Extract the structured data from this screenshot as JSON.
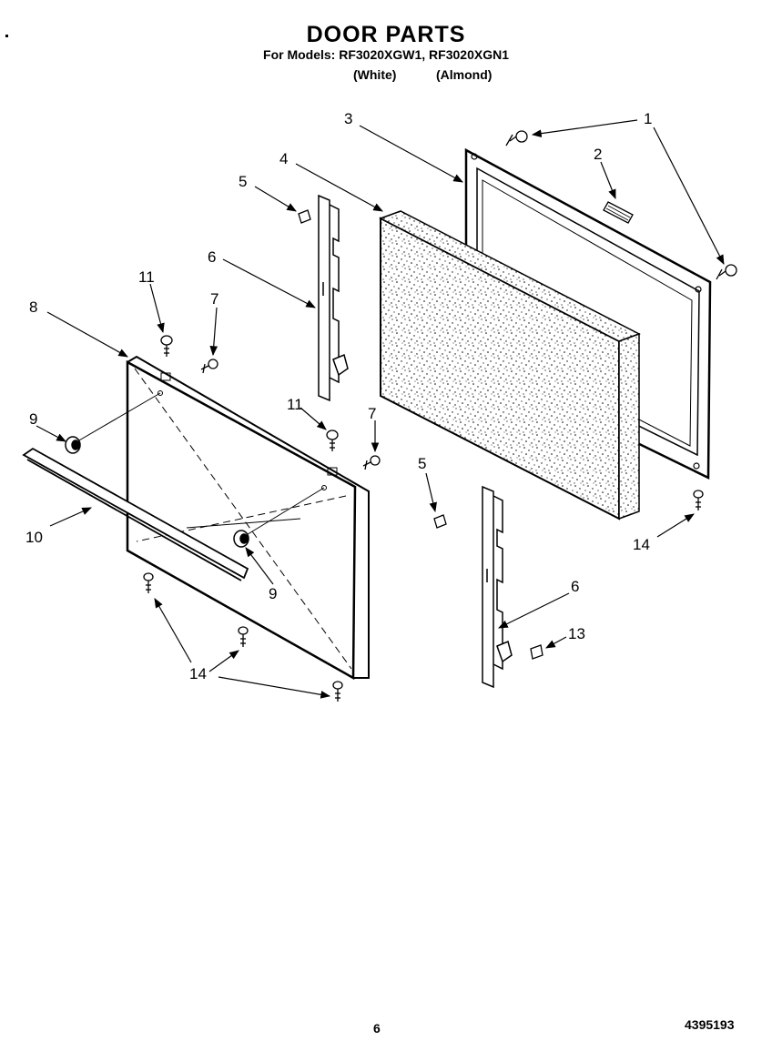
{
  "header": {
    "title": "DOOR PARTS",
    "models": "For Models: RF3020XGW1, RF3020XGN1",
    "variant_white": "(White)",
    "variant_almond": "(Almond)"
  },
  "footer": {
    "page_number": "6",
    "doc_code": "4395193"
  },
  "callouts": {
    "c1": "1",
    "c2": "2",
    "c3": "3",
    "c4": "4",
    "c5a": "5",
    "c5b": "5",
    "c6a": "6",
    "c6b": "6",
    "c7a": "7",
    "c7b": "7",
    "c8": "8",
    "c9a": "9",
    "c9b": "9",
    "c10": "10",
    "c11a": "11",
    "c11b": "11",
    "c13": "13",
    "c14a": "14",
    "c14b": "14"
  }
}
